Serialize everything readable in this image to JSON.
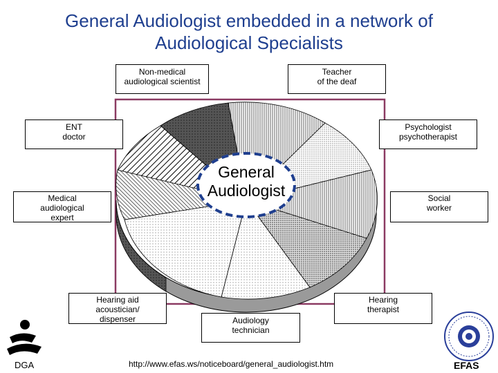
{
  "title": {
    "line1": "General Audiologist embedded in a network of",
    "line2": "Audiological Specialists"
  },
  "center": {
    "line1": "General",
    "line2": "Audiologist"
  },
  "nodes": [
    {
      "id": "non-medical-scientist",
      "lines": [
        "Non-medical",
        "audiological scientist"
      ]
    },
    {
      "id": "teacher-of-deaf",
      "lines": [
        "Teacher",
        "of the deaf"
      ]
    },
    {
      "id": "ent-doctor",
      "lines": [
        "ENT",
        "doctor"
      ]
    },
    {
      "id": "psychologist",
      "lines": [
        "Psychologist",
        "psychotherapist"
      ]
    },
    {
      "id": "medical-expert",
      "lines": [
        "Medical",
        "audiological",
        "expert"
      ]
    },
    {
      "id": "social-worker",
      "lines": [
        "Social",
        "worker"
      ]
    },
    {
      "id": "hearing-aid-acoustician",
      "lines": [
        "Hearing aid",
        "acoustician/",
        "dispenser"
      ]
    },
    {
      "id": "hearing-therapist",
      "lines": [
        "Hearing",
        "therapist"
      ]
    },
    {
      "id": "audiology-technician",
      "lines": [
        "Audiology",
        "technician"
      ]
    }
  ],
  "footer": {
    "url": "http://www.efas.ws/noticeboard/general_audiologist.htm",
    "left_logo_text": "DGA",
    "right_logo_text": "EFAS"
  },
  "colors": {
    "title": "#1f3f8f",
    "frame": "#8b3a62",
    "center_border": "#1f3f8f"
  },
  "icons": [
    "dga-logo-icon",
    "efas-seal-icon"
  ]
}
